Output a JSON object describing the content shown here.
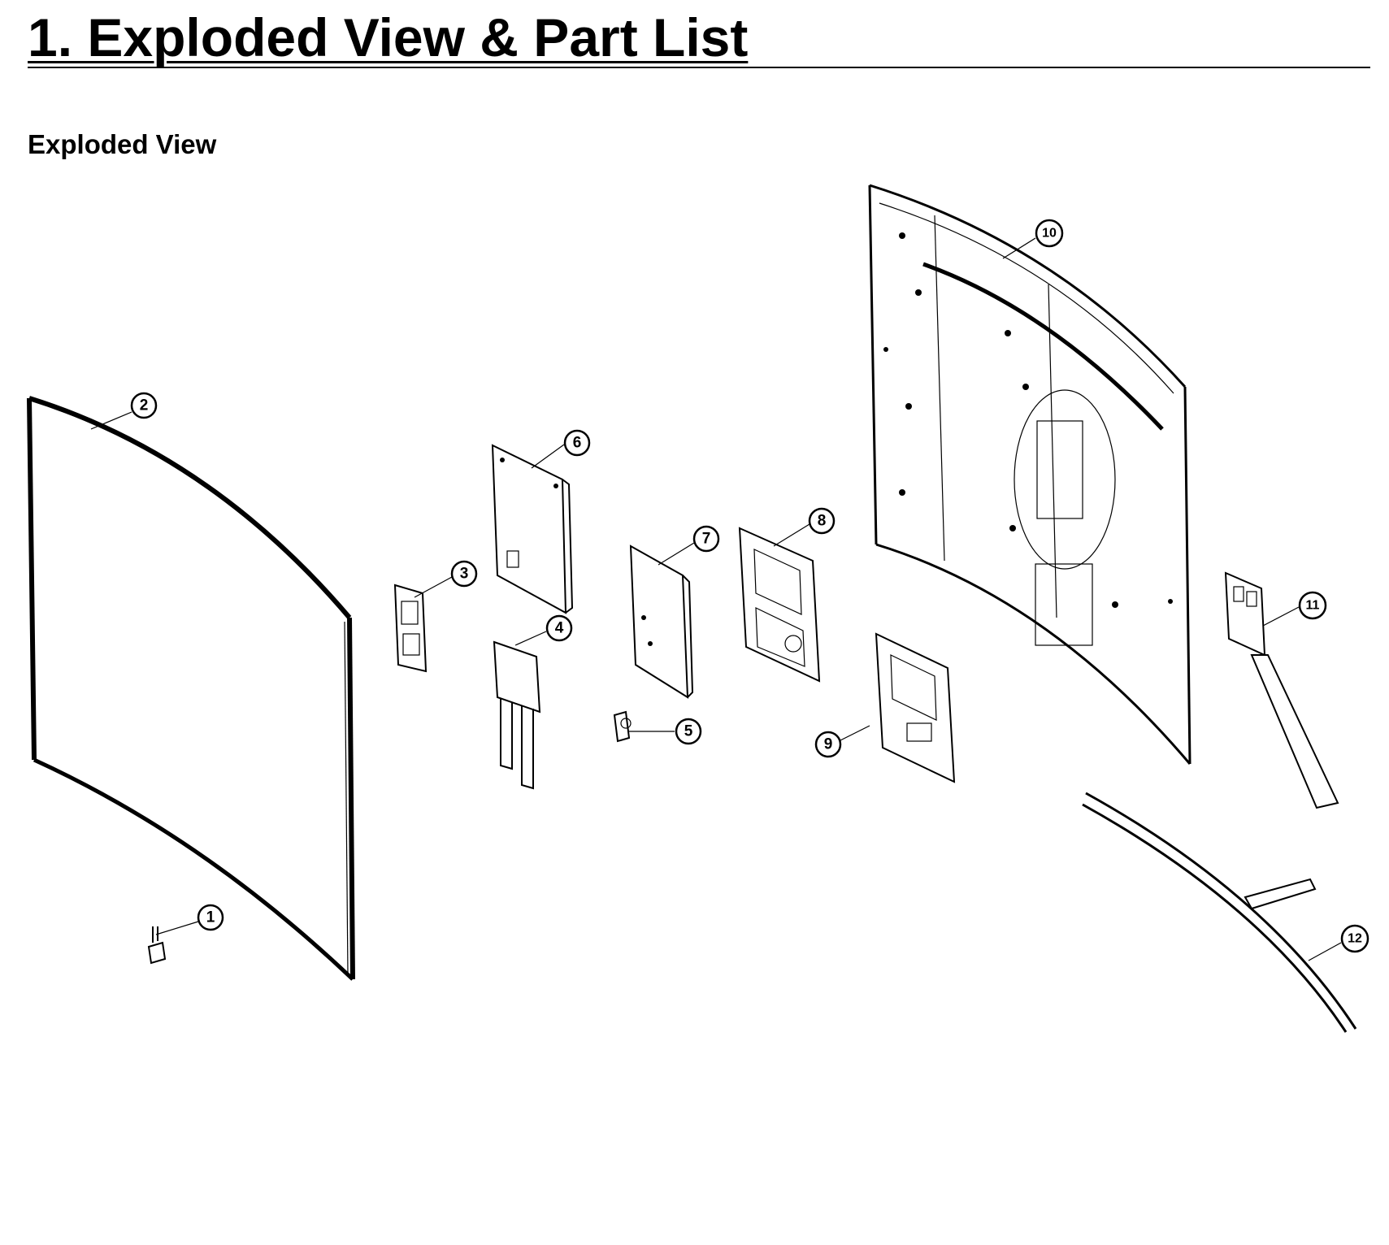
{
  "header": {
    "title": "1.  Exploded View & Part List",
    "subtitle": "Exploded View"
  },
  "callouts": [
    "1",
    "2",
    "3",
    "4",
    "5",
    "6",
    "7",
    "8",
    "9",
    "10",
    "11",
    "12"
  ]
}
